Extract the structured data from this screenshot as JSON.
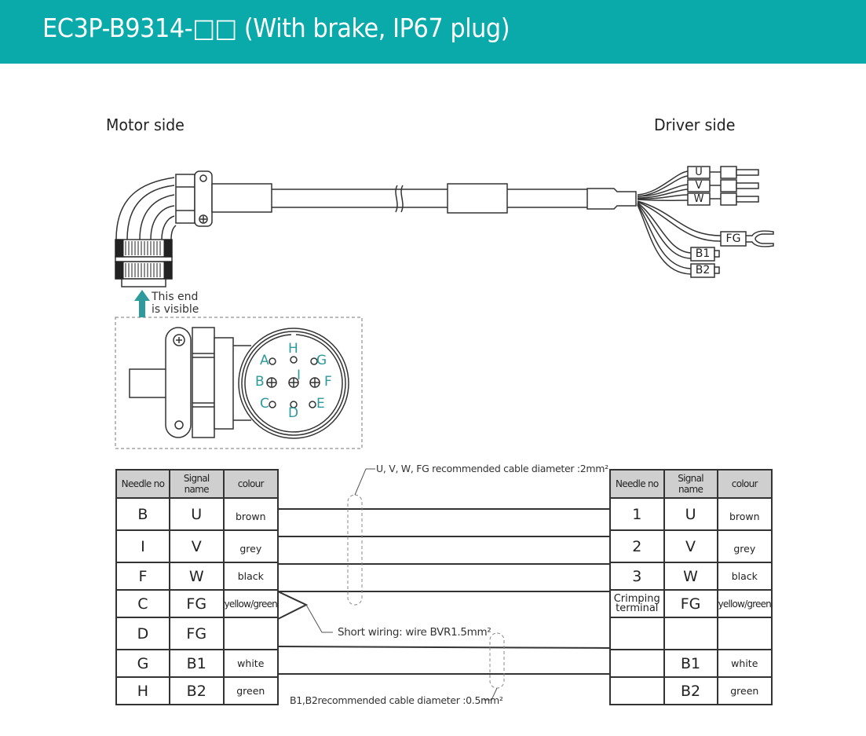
{
  "header": {
    "title": "EC3P-B9314-□□  (With brake, IP67 plug)",
    "background_color": "#0aa9aa"
  },
  "sides": {
    "motor_side": "Motor side",
    "driver_side": "Driver side"
  },
  "driver_terminals": {
    "labels": [
      "U",
      "V",
      "W",
      "FG",
      "B1",
      "B2"
    ]
  },
  "connector_face": {
    "visible_note_line1": "This end",
    "visible_note_line2": "is visible",
    "arrow_color": "#2e9a9b",
    "pins": [
      "A",
      "B",
      "C",
      "D",
      "E",
      "F",
      "G",
      "H",
      "I"
    ],
    "pin_label_color": "#2e9a9b"
  },
  "motor_table": {
    "headers": [
      "Needle no",
      "Signal name",
      "colour"
    ],
    "rows": [
      {
        "needle": "B",
        "signal": "U",
        "colour": "brown"
      },
      {
        "needle": "I",
        "signal": "V",
        "colour": "grey"
      },
      {
        "needle": "F",
        "signal": "W",
        "colour": "black"
      },
      {
        "needle": "C",
        "signal": "FG",
        "colour": "yellow/green"
      },
      {
        "needle": "D",
        "signal": "FG",
        "colour": ""
      },
      {
        "needle": "G",
        "signal": "B1",
        "colour": "white"
      },
      {
        "needle": "H",
        "signal": "B2",
        "colour": "green"
      }
    ]
  },
  "driver_table": {
    "headers": [
      "Needle no",
      "Signal name",
      "colour"
    ],
    "rows": [
      {
        "needle": "1",
        "signal": "U",
        "colour": "brown"
      },
      {
        "needle": "2",
        "signal": "V",
        "colour": "grey"
      },
      {
        "needle": "3",
        "signal": "W",
        "colour": "black"
      },
      {
        "needle": "Crimping terminal",
        "needle_line1": "Crimping",
        "needle_line2": "terminal",
        "signal": "FG",
        "colour": "yellow/green"
      },
      {
        "needle": "",
        "signal": "",
        "colour": ""
      },
      {
        "needle": "",
        "signal": "B1",
        "colour": "white"
      },
      {
        "needle": "",
        "signal": "B2",
        "colour": "green"
      }
    ]
  },
  "notes": {
    "power_cable": "U, V, W, FG recommended cable diameter :2mm²",
    "short_wiring": "Short wiring: wire BVR1.5mm²",
    "brake_cable": "B1,B2recommended cable diameter :0.5mm²"
  }
}
